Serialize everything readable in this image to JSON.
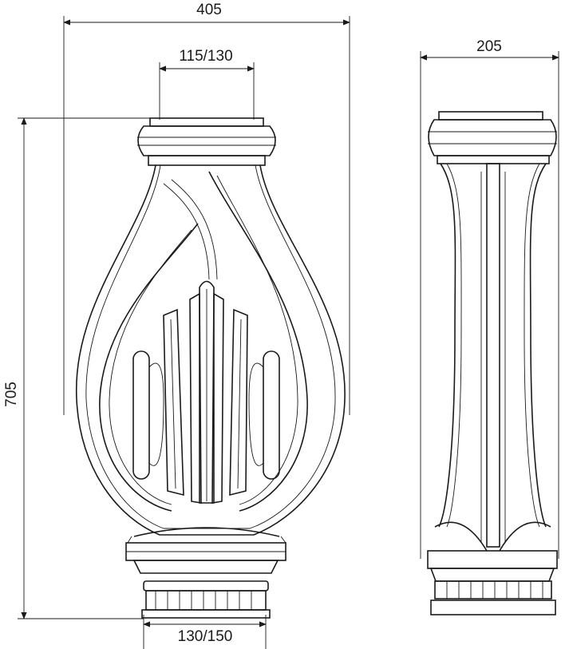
{
  "dimensions": {
    "overall_width": "405",
    "top_diameter": "115/130",
    "side_width": "205",
    "height": "705",
    "bottom_diameter": "130/150"
  }
}
